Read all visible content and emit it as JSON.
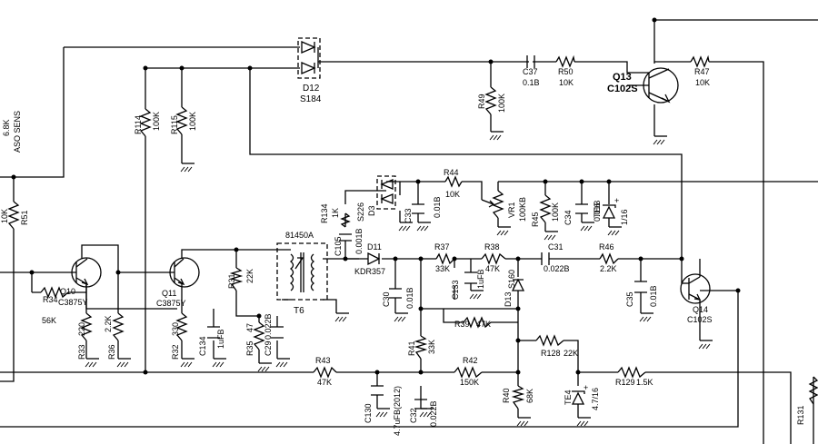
{
  "labels": {
    "sens_top": "6.8K",
    "sens_bot": "ASO SENS",
    "d12": "D12",
    "s184": "S184",
    "r114": "R114",
    "r114v": "100K",
    "r115": "R115",
    "r115v": "100K",
    "c37": "C37",
    "c37v": "0.1B",
    "r50": "R50",
    "r50v": "10K",
    "r49": "R49",
    "r49v": "100K",
    "q13": "Q13",
    "c102s_big": "C102S",
    "r47": "R47",
    "r47v": "10K",
    "r51": "R51",
    "r51v": "10K",
    "r134": "R134",
    "r134v": "1K",
    "s226": "S226",
    "d3": "D3",
    "r44": "R44",
    "r44v": "10K",
    "c33": "C33",
    "c33v": "0.01B",
    "vr1": "VR1",
    "vr1v": "100KB",
    "r45": "R45",
    "r45v": "100K",
    "c34": "C34",
    "c34v": "0.01B",
    "te6": "TE6",
    "te6v": "1/16",
    "t81450a": "81450A",
    "c105": "C105",
    "c105v": "0.001B",
    "d11": "D11",
    "kdr357": "KDR357",
    "r37": "R37",
    "r37v": "33K",
    "r38": "R38",
    "r38v": "47K",
    "c31": "C31",
    "c31v": "0.022B",
    "r46": "R46",
    "r46v": "2.2K",
    "q10": "Q10",
    "c3875y_a": "C3875Y",
    "q11": "Q11",
    "c3875y_b": "C3875Y",
    "r34": "R34",
    "r34v": "56K",
    "r33": "R33",
    "r33v": "220",
    "r36": "R36",
    "r36v": "2.2K",
    "r32": "R32",
    "r32v": "330",
    "c134": "C134",
    "c134v": "1uFB",
    "r31": "R31",
    "r31v": "22K",
    "r35": "R35",
    "r35v": "47",
    "c29": "C29",
    "c29v": "0.022B",
    "t6": "T6",
    "c30": "C30",
    "c30v": "0.01B",
    "c133": "C133",
    "c133v": "1uFB",
    "s160": "S160",
    "d13": "D13",
    "c35": "C35",
    "c35v": "0.01B",
    "q14": "Q14",
    "c102s_small": "C102S",
    "r39": "R39",
    "r39v": "47K",
    "r41": "R41",
    "r41v": "33K",
    "r128": "R128",
    "r128v": "22K",
    "r43": "R43",
    "r43v": "47K",
    "r42": "R42",
    "r42v": "150K",
    "r129": "R129",
    "r129v": "1.5K",
    "c130": "C130",
    "c130v": "4.7uFB(2012)",
    "c32": "C32",
    "c32v": "0.022B",
    "r40": "R40",
    "r40v": "68K",
    "te4": "TE4",
    "te4v": "4.7/16",
    "r131": "R131"
  }
}
